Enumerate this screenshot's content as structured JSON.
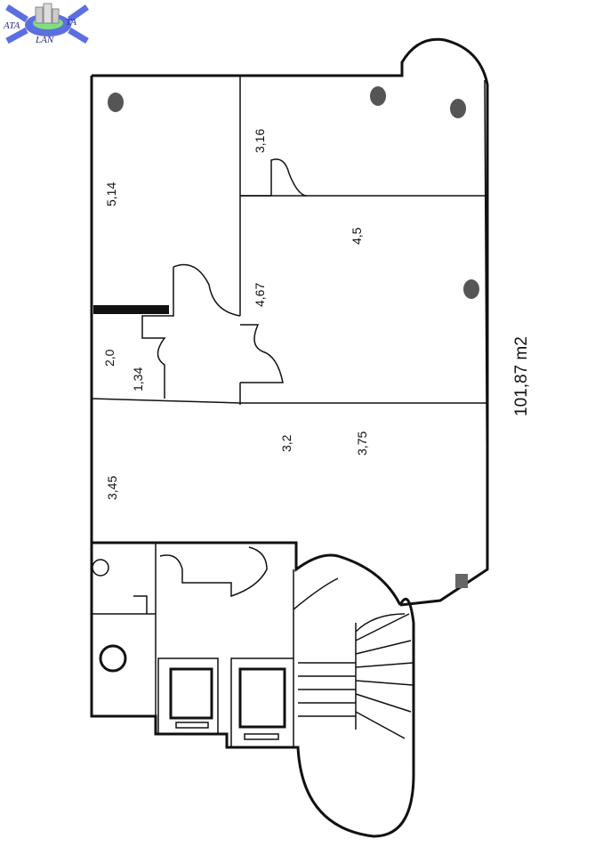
{
  "logo": {
    "left": "ATA",
    "right": "TA",
    "bottom": "LAN",
    "accent": "#5b6fe0"
  },
  "labels": {
    "d1": "5,14",
    "d2": "3,16",
    "d3": "4,5",
    "d4": "4,67",
    "d5": "2,0",
    "d6": "1,34",
    "d7": "3,2",
    "d8": "3,75",
    "d9": "3,45",
    "area": "101,87 m2"
  }
}
